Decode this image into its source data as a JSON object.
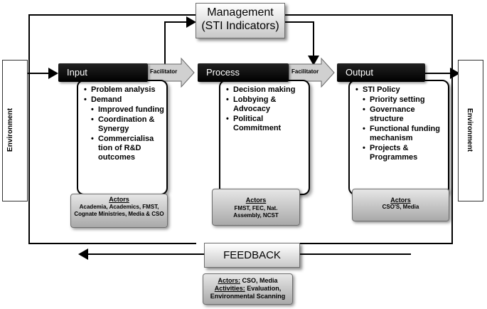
{
  "management": {
    "line1": "Management",
    "line2": "(STI Indicators)"
  },
  "stages": {
    "input": {
      "header": "Input",
      "items": [
        {
          "text": "Problem analysis",
          "sub": false
        },
        {
          "text": "Demand",
          "sub": false
        },
        {
          "text": "Improved funding",
          "sub": true
        },
        {
          "text": "Coordination & Synergy",
          "sub": true
        },
        {
          "text": "Commercialisa tion of R&D outcomes",
          "sub": true
        }
      ],
      "actors_title": "Actors",
      "actors_text": "Academia, Academics, FMST, Cognate Ministries, Media & CSO"
    },
    "process": {
      "header": "Process",
      "items": [
        {
          "text": "Decision making",
          "sub": false
        },
        {
          "text": "Lobbying & Advocacy",
          "sub": false
        },
        {
          "text": "Political Commitment",
          "sub": false
        }
      ],
      "actors_title": "Actors",
      "actors_text": "FMST, FEC, Nat. Assembly, NCST"
    },
    "output": {
      "header": "Output",
      "items": [
        {
          "text": "STI Policy",
          "sub": false
        },
        {
          "text": "Priority setting",
          "sub": true
        },
        {
          "text": "Governance structure",
          "sub": true
        },
        {
          "text": "Functional funding mechanism",
          "sub": true
        },
        {
          "text": "Projects & Programmes",
          "sub": true
        }
      ],
      "actors_title": "Actors",
      "actors_text": "CSO'S, Media"
    }
  },
  "facilitator_label": "Facilitator",
  "environment_label": "Environment",
  "feedback": {
    "title": "FEEDBACK",
    "actors_label": "Actors:",
    "actors_value": "CSO, Media",
    "activities_label": "Activities:",
    "activities_value": "Evaluation, Environmental Scanning"
  }
}
